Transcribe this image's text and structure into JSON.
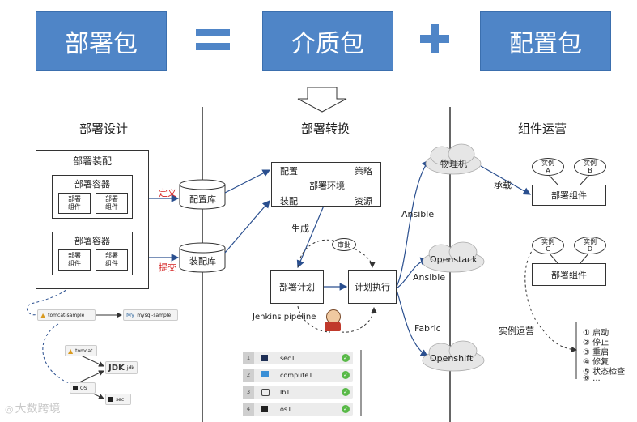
{
  "banner": {
    "left": "部署包",
    "op1": "=",
    "middle": "介质包",
    "op2": "+",
    "right": "配置包"
  },
  "sections": {
    "design": "部署设计",
    "convert": "部署转换",
    "ops": "组件运营"
  },
  "design": {
    "assembly": "部署装配",
    "container1": "部署容器",
    "container2": "部署容器",
    "component": "部署\n组件",
    "define": "定义",
    "submit": "提交",
    "config_db": "配置库",
    "assembly_db": "装配库",
    "chips": {
      "tomcat_sample": "tomcat-sample",
      "mysql_sample": "mysql-sample",
      "tomcat": "tomcat",
      "jdk": "JDK",
      "jdk_sub": "jdk",
      "os": "OS",
      "sec": "sec"
    }
  },
  "convert": {
    "config": "配置",
    "strategy": "策略",
    "env": "部署环境",
    "assembly": "装配",
    "resource": "资源",
    "generate": "生成",
    "approve": "审批",
    "plan": "部署计划",
    "execute": "计划执行",
    "jenkins": "Jenkins pipeline",
    "tasks": [
      {
        "num": "1",
        "name": "sec1"
      },
      {
        "num": "2",
        "name": "compute1"
      },
      {
        "num": "3",
        "name": "lb1"
      },
      {
        "num": "4",
        "name": "os1"
      }
    ]
  },
  "targets": {
    "physical": "物理机",
    "openstack": "Openstack",
    "openshift": "Openshift",
    "ansible1": "Ansible",
    "ansible2": "Ansible",
    "fabric": "Fabric"
  },
  "ops": {
    "carry": "承载",
    "instA": "实例\nA",
    "instB": "实例\nB",
    "instC": "实例\nC",
    "instD": "实例\nD",
    "component1": "部署组件",
    "component2": "部署组件",
    "instance_ops": "实例运营",
    "actions": [
      "① 启动",
      "② 停止",
      "③ 重启",
      "④ 修复",
      "⑤ 状态检查",
      "⑥ ..."
    ]
  },
  "watermark": "大数跨境"
}
